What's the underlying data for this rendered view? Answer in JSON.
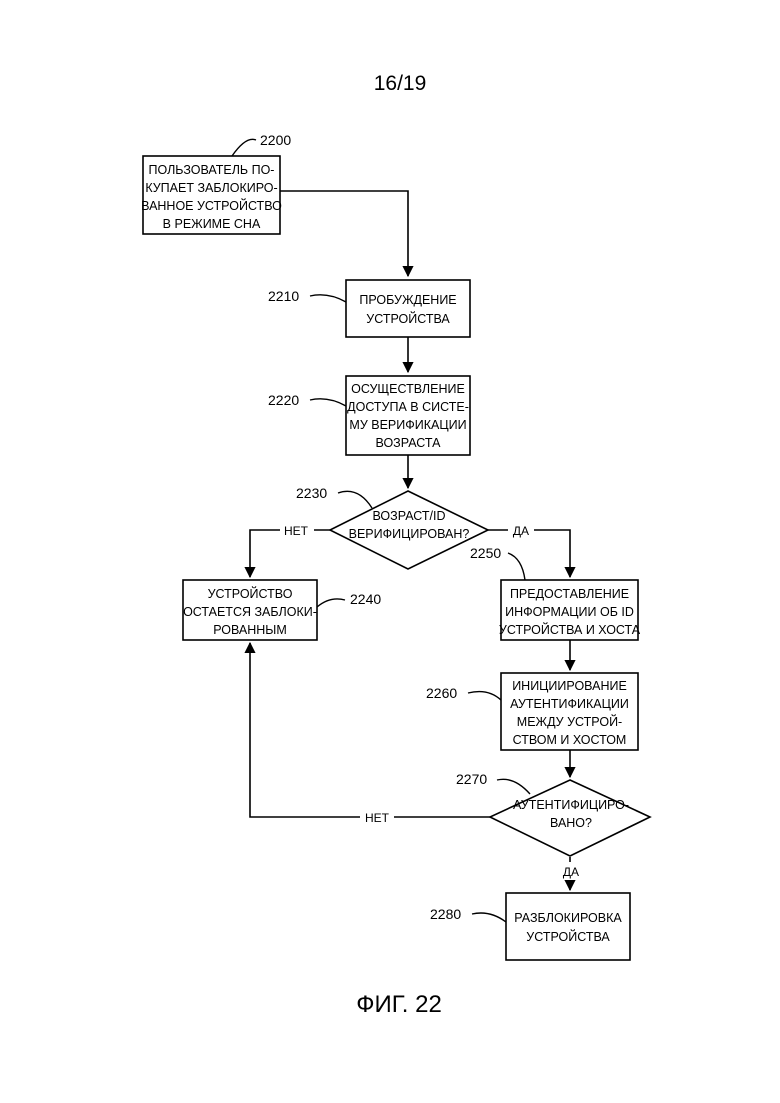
{
  "page_number": "16/19",
  "figure_caption": "ФИГ. 22",
  "nodes": {
    "n2200": {
      "ref": "2200",
      "lines": [
        "ПОЛЬЗОВАТЕЛЬ ПО-",
        "КУПАЕТ ЗАБЛОКИРО-",
        "ВАННОЕ УСТРОЙСТВО",
        "В РЕЖИМЕ СНА"
      ]
    },
    "n2210": {
      "ref": "2210",
      "lines": [
        "ПРОБУЖДЕНИЕ",
        "УСТРОЙСТВА"
      ]
    },
    "n2220": {
      "ref": "2220",
      "lines": [
        "ОСУЩЕСТВЛЕНИЕ",
        "ДОСТУПА В СИСТЕ-",
        "МУ ВЕРИФИКАЦИИ",
        "ВОЗРАСТА"
      ]
    },
    "n2230": {
      "ref": "2230",
      "lines": [
        "ВОЗРАСТ/ID",
        "ВЕРИФИЦИРОВАН?"
      ]
    },
    "n2240": {
      "ref": "2240",
      "lines": [
        "УСТРОЙСТВО",
        "ОСТАЕТСЯ ЗАБЛОКИ-",
        "РОВАННЫМ"
      ]
    },
    "n2250": {
      "ref": "2250",
      "lines": [
        "ПРЕДОСТАВЛЕНИЕ",
        "ИНФОРМАЦИИ ОБ ID",
        "УСТРОЙСТВА И ХОСТА"
      ]
    },
    "n2260": {
      "ref": "2260",
      "lines": [
        "ИНИЦИИРОВАНИЕ",
        "АУТЕНТИФИКАЦИИ",
        "МЕЖДУ УСТРОЙ-",
        "СТВОМ И ХОСТОМ"
      ]
    },
    "n2270": {
      "ref": "2270",
      "lines": [
        "АУТЕНТИФИЦИРО-",
        "ВАНО?"
      ]
    },
    "n2280": {
      "ref": "2280",
      "lines": [
        "РАЗБЛОКИРОВКА",
        "УСТРОЙСТВА"
      ]
    }
  },
  "edge_labels": {
    "e2230_no": "НЕТ",
    "e2230_yes": "ДА",
    "e2270_no": "НЕТ",
    "e2270_yes": "ДА"
  }
}
